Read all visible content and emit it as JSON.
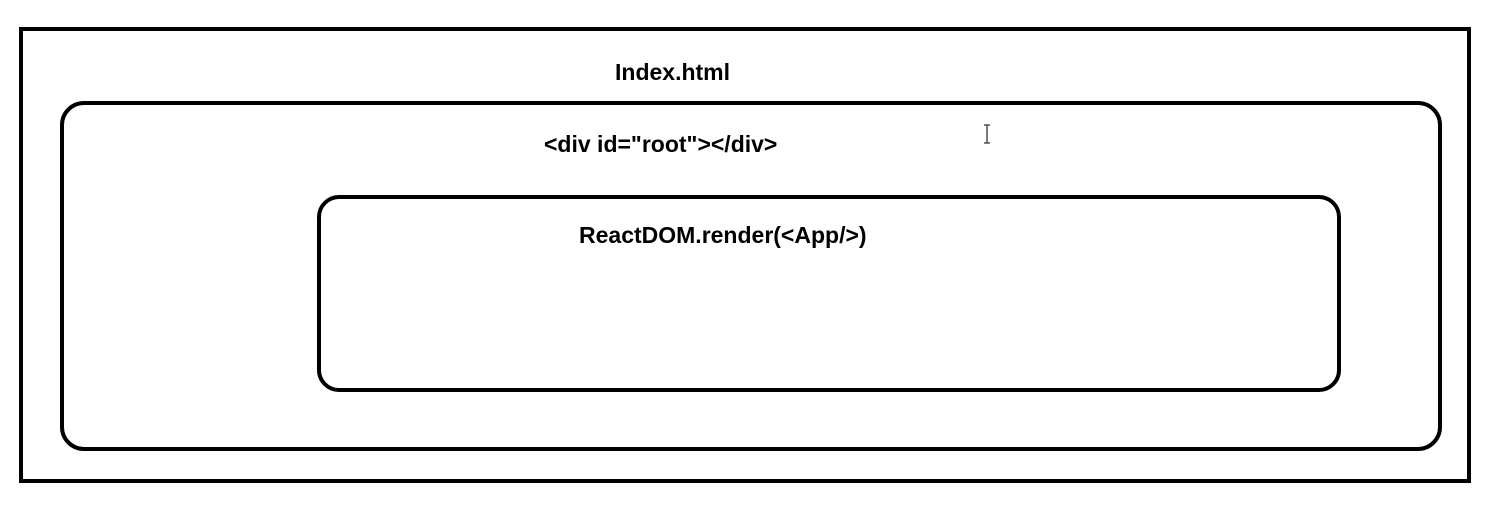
{
  "diagram": {
    "file_label": "Index.html",
    "root_label": "<div id=\"root\"></div>",
    "render_label": "ReactDOM.render(<App/>)"
  },
  "icons": {
    "cursor": "text-cursor-icon"
  },
  "colors": {
    "stroke": "#000000",
    "background": "#ffffff"
  }
}
